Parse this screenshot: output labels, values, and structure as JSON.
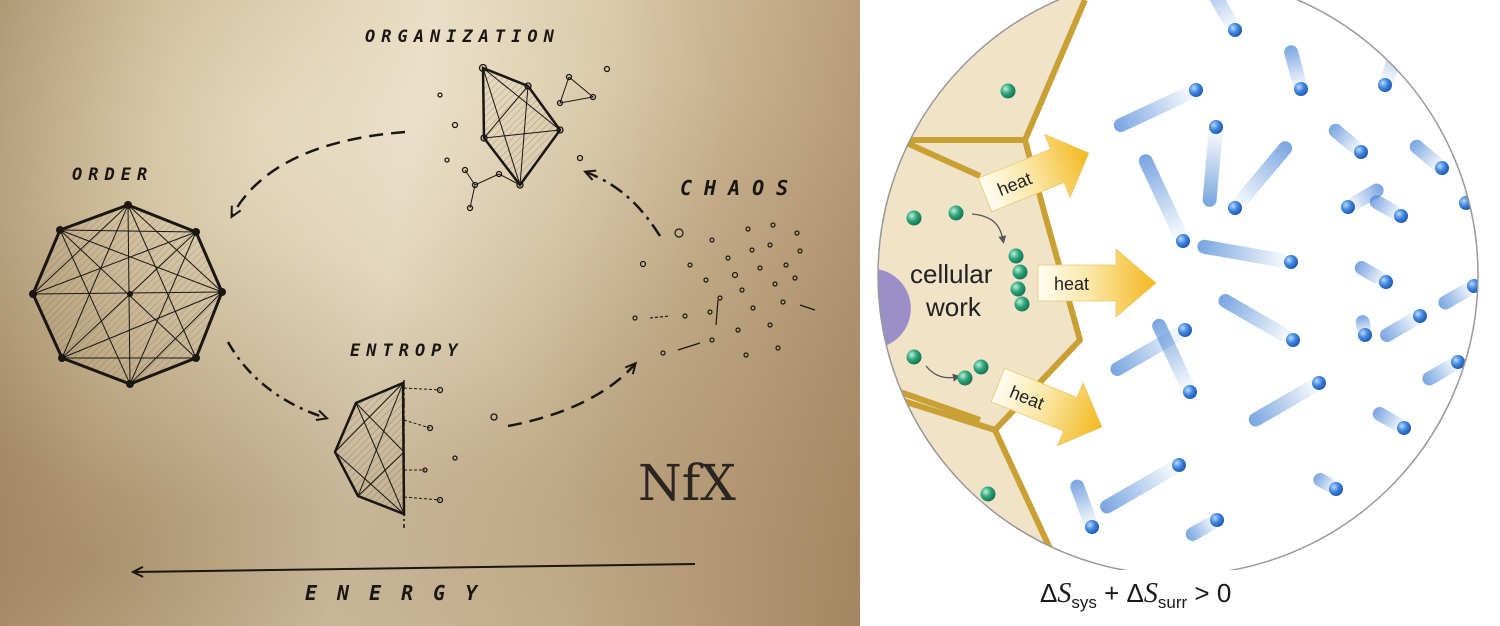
{
  "left": {
    "labels": {
      "organization": "ORGANIZATION",
      "order": "ORDER",
      "chaos": "CHAOS",
      "entropy": "ENTROPY",
      "energy": "ENERGY"
    },
    "logo": "NfX"
  },
  "right": {
    "labels": {
      "heat_top": "heat",
      "heat_middle": "heat",
      "heat_bottom": "heat",
      "cellular": "cellular",
      "work": "work"
    },
    "equation": {
      "delta": "Δ",
      "symbol": "S",
      "sys": "sys",
      "plus": "+",
      "surr": "surr",
      "relation": ">",
      "zero": "0"
    },
    "colors": {
      "cell_fill": "#f1e3c8",
      "membrane": "#c9a033",
      "molecule_surroundings": "#4a86d6",
      "molecule_cell": "#2fa37a",
      "nucleus": "#9a8fc9",
      "heat_arrow": "#f5c028"
    }
  }
}
